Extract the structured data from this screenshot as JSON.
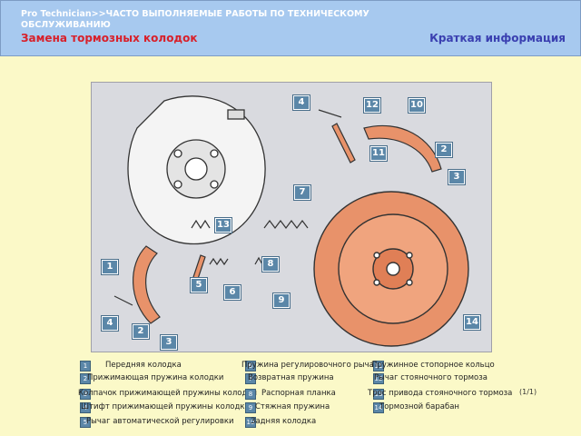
{
  "header": {
    "breadcrumb": "Pro Technician>>ЧАСТО ВЫПОЛНЯЕМЫЕ РАБОТЫ ПО ТЕХНИЧЕСКОМУ ОБСЛУЖИВАНИЮ",
    "title": "Замена тормозных колодок",
    "brief_link": "Краткая информация"
  },
  "diagram_badges": [
    "4",
    "12",
    "10",
    "2",
    "11",
    "3",
    "7",
    "13",
    "8",
    "1",
    "5",
    "6",
    "9",
    "4",
    "14",
    "2",
    "3"
  ],
  "legend": [
    {
      "num": "1",
      "label": "Передняя колодка"
    },
    {
      "num": "2",
      "label": "Прижимающая пружина колодки"
    },
    {
      "num": "3",
      "label": "Колпачок прижимающей пружины колодки"
    },
    {
      "num": "4",
      "label": "Штифт прижимающей пружины колодки"
    },
    {
      "num": "5",
      "label": "Рычаг автоматической регулировки"
    },
    {
      "num": "6",
      "label": "Пружина регулировочного рычага"
    },
    {
      "num": "7",
      "label": "Возвратная пружина"
    },
    {
      "num": "8",
      "label": "Распорная планка"
    },
    {
      "num": "9",
      "label": "Стяжная пружина"
    },
    {
      "num": "10",
      "label": "Задняя колодка"
    },
    {
      "num": "11",
      "label": "Пружинное стопорное кольцо"
    },
    {
      "num": "12",
      "label": "Рычаг стояночного тормоза"
    },
    {
      "num": "13",
      "label": "Трос привода стояночного тормоза"
    },
    {
      "num": "14",
      "label": "Тормозной барабан"
    }
  ],
  "page_indicator": "(1/1)"
}
